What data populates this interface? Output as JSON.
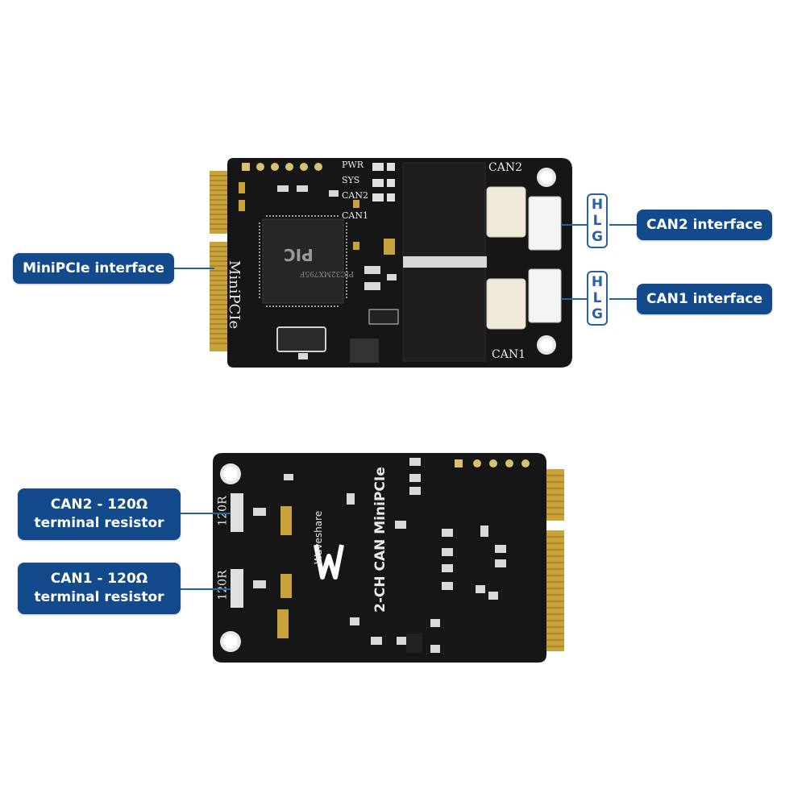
{
  "callouts": {
    "minipcie": "MiniPCIe interface",
    "can2_interface": "CAN2 interface",
    "can1_interface": "CAN1 interface",
    "can2_resistor_line1": "CAN2 - 120Ω",
    "can2_resistor_line2": "terminal resistor",
    "can1_resistor_line1": "CAN1 - 120Ω",
    "can1_resistor_line2": "terminal resistor"
  },
  "hlg_labels": [
    "H",
    "L",
    "G"
  ],
  "board_top": {
    "silk_pwr": "PWR",
    "silk_sys": "SYS",
    "silk_can2_led": "CAN2",
    "silk_can1_led": "CAN1",
    "silk_can2": "CAN2",
    "silk_can1": "CAN1",
    "silk_minipcie": "MiniPCIe",
    "chip_brand": "PIC",
    "chip_text": "PIC32MX795F"
  },
  "board_bottom": {
    "silk_120r_top": "120R",
    "silk_120r_bottom": "120R",
    "brand": "Waveshare",
    "product": "2-CH CAN MiniPCIe"
  },
  "colors": {
    "callout_bg": "#134a8c",
    "line": "#2a5fa0",
    "pcb": "#141414",
    "gold": "#c9a23a"
  }
}
